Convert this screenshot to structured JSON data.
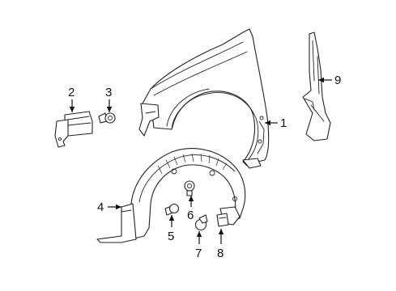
{
  "callouts": [
    {
      "id": "1",
      "text": "1"
    },
    {
      "id": "2",
      "text": "2"
    },
    {
      "id": "3",
      "text": "3"
    },
    {
      "id": "4",
      "text": "4"
    },
    {
      "id": "5",
      "text": "5"
    },
    {
      "id": "6",
      "text": "6"
    },
    {
      "id": "7",
      "text": "7"
    },
    {
      "id": "8",
      "text": "8"
    },
    {
      "id": "9",
      "text": "9"
    }
  ],
  "colors": {
    "line": "#222222",
    "background": "#ffffff"
  }
}
